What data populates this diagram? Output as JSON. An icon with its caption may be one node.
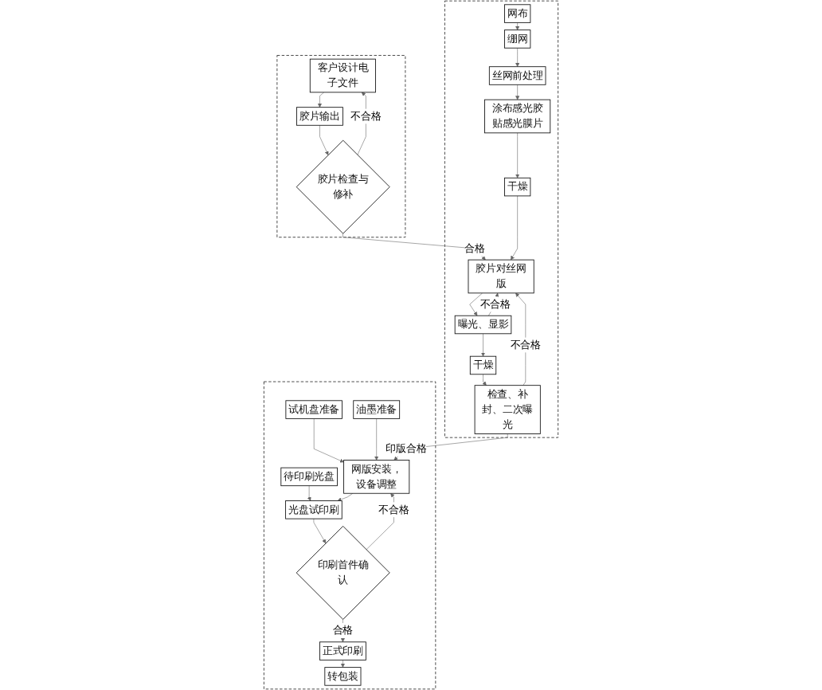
{
  "diagram": {
    "nodes": [
      {
        "text": [],
        "shape": "box"
      },
      {
        "text": [
          "网布"
        ],
        "in": 0
      },
      {
        "text": [
          "绷网"
        ],
        "in": 0
      },
      {
        "text": [
          "丝网前处理"
        ],
        "in": 0
      },
      {
        "text": [
          "涂布感光胶贴感光膜片"
        ],
        "in": 0
      },
      {
        "text": [
          "干燥"
        ],
        "in": 0
      },
      {
        "text": [
          "胶片对丝网版"
        ],
        "in": 0
      },
      {
        "text": [
          "曝光、显影"
        ],
        "in": 0
      },
      {
        "text": [
          "干燥"
        ],
        "in": 0
      },
      {
        "text": [
          "检查、补封、二次曝光"
        ],
        "in": 0
      },
      {
        "text": [],
        "shape": "box"
      },
      {
        "text": [
          "客户设计电子文件"
        ],
        "in": 10
      },
      {
        "text": [
          "胶片输出"
        ],
        "in": 10
      },
      {
        "text": [
          "胶片检查与修补"
        ],
        "in": 10
      },
      {
        "text": [],
        "shape": "box"
      },
      {
        "text": [
          "转包装"
        ],
        "in": 14
      },
      {
        "text": [
          "正式印刷"
        ],
        "in": 14
      },
      {
        "text": [
          "印刷首件确认"
        ],
        "in": 14
      },
      {
        "text": [
          "待印刷光盘"
        ],
        "in": 14
      },
      {
        "text": [
          "光盘试印刷"
        ],
        "in": 14
      },
      {
        "text": [
          "网版安装，设备调整"
        ],
        "in": 14
      },
      {
        "text": [
          "试机盘准备"
        ],
        "in": 14
      },
      {
        "text": [
          "油墨准备"
        ],
        "in": 14
      }
    ],
    "edges": [
      {
        "from": 1,
        "to": 2,
        "arrow": "to"
      },
      {
        "from": 2,
        "to": 3,
        "arrow": "to"
      },
      {
        "from": 3,
        "to": 4,
        "arrow": "to"
      },
      {
        "from": 4,
        "to": 5,
        "arrow": "to"
      },
      {
        "from": 11,
        "to": 12,
        "arrow": "to"
      },
      {
        "from": 12,
        "to": 13,
        "arrow": "to"
      },
      {
        "from": 13,
        "to": 11,
        "label": "不合格",
        "arrow": "to"
      },
      {
        "from": 5,
        "to": 6,
        "arrow": "to"
      },
      {
        "from": 13,
        "to": 6,
        "label": "合格",
        "arrow": "to"
      },
      {
        "from": 6,
        "to": 7,
        "arrow": "to"
      },
      {
        "from": 7,
        "to": 6,
        "label": "不合格",
        "arrow": "to"
      },
      {
        "from": 7,
        "to": 8,
        "arrow": "to"
      },
      {
        "from": 8,
        "to": 9,
        "arrow": "to"
      },
      {
        "from": 9,
        "to": 6,
        "label": "不合格",
        "arrow": "to"
      },
      {
        "from": 9,
        "to": 20,
        "label": "印版合格",
        "arrow": "to"
      },
      {
        "from": 21,
        "to": 20,
        "arrow": "to"
      },
      {
        "from": 22,
        "to": 20,
        "arrow": "to"
      },
      {
        "from": 20,
        "to": 19,
        "arrow": "to"
      },
      {
        "from": 18,
        "to": 19,
        "arrow": "to"
      },
      {
        "from": 19,
        "to": 17,
        "arrow": "to"
      },
      {
        "from": 17,
        "to": 16,
        "label": "合格",
        "arrow": "to"
      },
      {
        "from": 17,
        "to": 20,
        "label": "不合格",
        "arrow": "to"
      },
      {
        "from": 16,
        "to": 15,
        "arrow": "to"
      }
    ]
  }
}
